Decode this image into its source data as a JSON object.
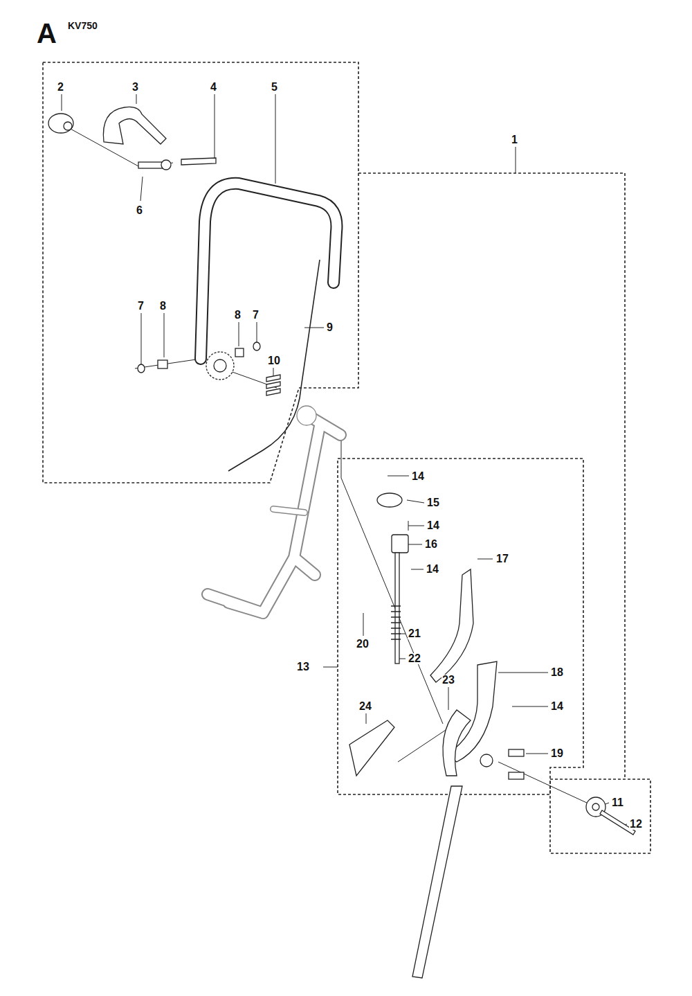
{
  "diagram": {
    "title": "A",
    "labels": [
      "KV750",
      "2",
      "3",
      "4",
      "5",
      "1",
      "6",
      "7",
      "8",
      "8",
      "7",
      "9",
      "10",
      "14",
      "15",
      "14",
      "16",
      "14",
      "17",
      "13",
      "20",
      "21",
      "22",
      "23",
      "18",
      "14",
      "24",
      "19",
      "11",
      "12"
    ]
  }
}
